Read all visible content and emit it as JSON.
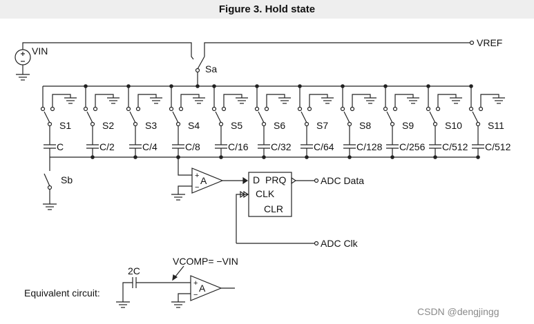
{
  "figure": {
    "title": "Figure 3. Hold state"
  },
  "circuit": {
    "source_label": "VIN",
    "ref_label": "VREF",
    "sa_label": "Sa",
    "sb_label": "Sb",
    "switch_labels": [
      "S1",
      "S2",
      "S3",
      "S4",
      "S5",
      "S6",
      "S7",
      "S8",
      "S9",
      "S10",
      "S11"
    ],
    "cap_labels": [
      "C",
      "C/2",
      "C/4",
      "C/8",
      "C/16",
      "C/32",
      "C/64",
      "C/128",
      "C/256",
      "C/512",
      "C/512"
    ],
    "comparator_label": "A",
    "plus_sign": "+",
    "minus_sign": "−",
    "flipflop": {
      "d": "D",
      "prq": "PRQ",
      "clk": "CLK",
      "clr": "CLR"
    },
    "adc_data_label": "ADC Data",
    "adc_clk_label": "ADC Clk"
  },
  "equivalent": {
    "caption": "Equivalent circuit:",
    "cap_label": "2C",
    "vcomp_label": "VCOMP= −VIN",
    "comparator_label": "A",
    "plus_sign": "+",
    "minus_sign": "−"
  },
  "watermark": "CSDN @dengjingg",
  "colors": {
    "title_bg": "#eeeeee",
    "line": "#222222",
    "watermark": "#8a8a8a"
  }
}
